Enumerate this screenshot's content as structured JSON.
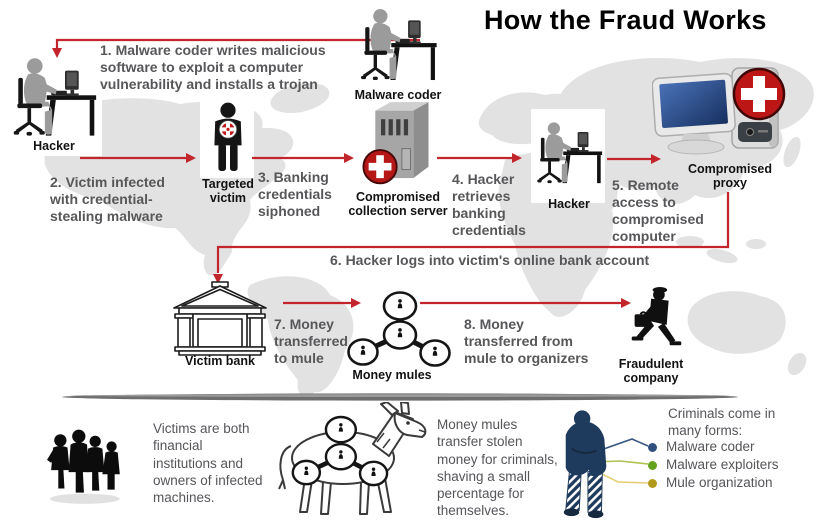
{
  "title": "How the Fraud Works",
  "steps": {
    "s1": "1. Malware coder writes malicious\nsoftware to exploit a computer\nvulnerability and installs a trojan",
    "s2": "2. Victim infected\nwith credential-\nstealing malware",
    "s3": "3. Banking\ncredentials\nsiphoned",
    "s4": "4. Hacker\nretrieves\nbanking\ncredentials",
    "s5": "5. Remote\naccess to\ncompromised\ncomputer",
    "s6": "6. Hacker logs into victim's online bank account",
    "s7": "7. Money\ntransferred\nto mule",
    "s8": "8. Money\ntransferred from\nmule to organizers"
  },
  "labels": {
    "hacker1": "Hacker",
    "malware_coder": "Malware coder",
    "targeted_victim": "Targeted\nvictim",
    "collection_server": "Compromised\ncollection server",
    "hacker2": "Hacker",
    "proxy": "Compromised\nproxy",
    "victim_bank": "Victim bank",
    "money_mules": "Money mules",
    "fraudulent_company": "Fraudulent\ncompany"
  },
  "footer": {
    "victims_note": "Victims are both\nfinancial\ninstitutions and\nowners of infected\nmachines.",
    "mules_note": "Money mules\ntransfer stolen\nmoney for criminals,\nshaving a small\npercentage for\nthemselves.",
    "criminals_heading": "Criminals come in\nmany forms:",
    "criminals": [
      {
        "label": "Malware coder",
        "color": "#31507e"
      },
      {
        "label": "Malware exploiters",
        "color": "#64a21e"
      },
      {
        "label": "Mule organization",
        "color": "#b1991b"
      }
    ]
  },
  "colors": {
    "arrow_red": "#c2262c",
    "cross_badge_red": "#b51717",
    "navy_figure": "#1e3a5c",
    "map_gray": "#e2e2e2",
    "screen_blue": "#2c4f8d"
  }
}
